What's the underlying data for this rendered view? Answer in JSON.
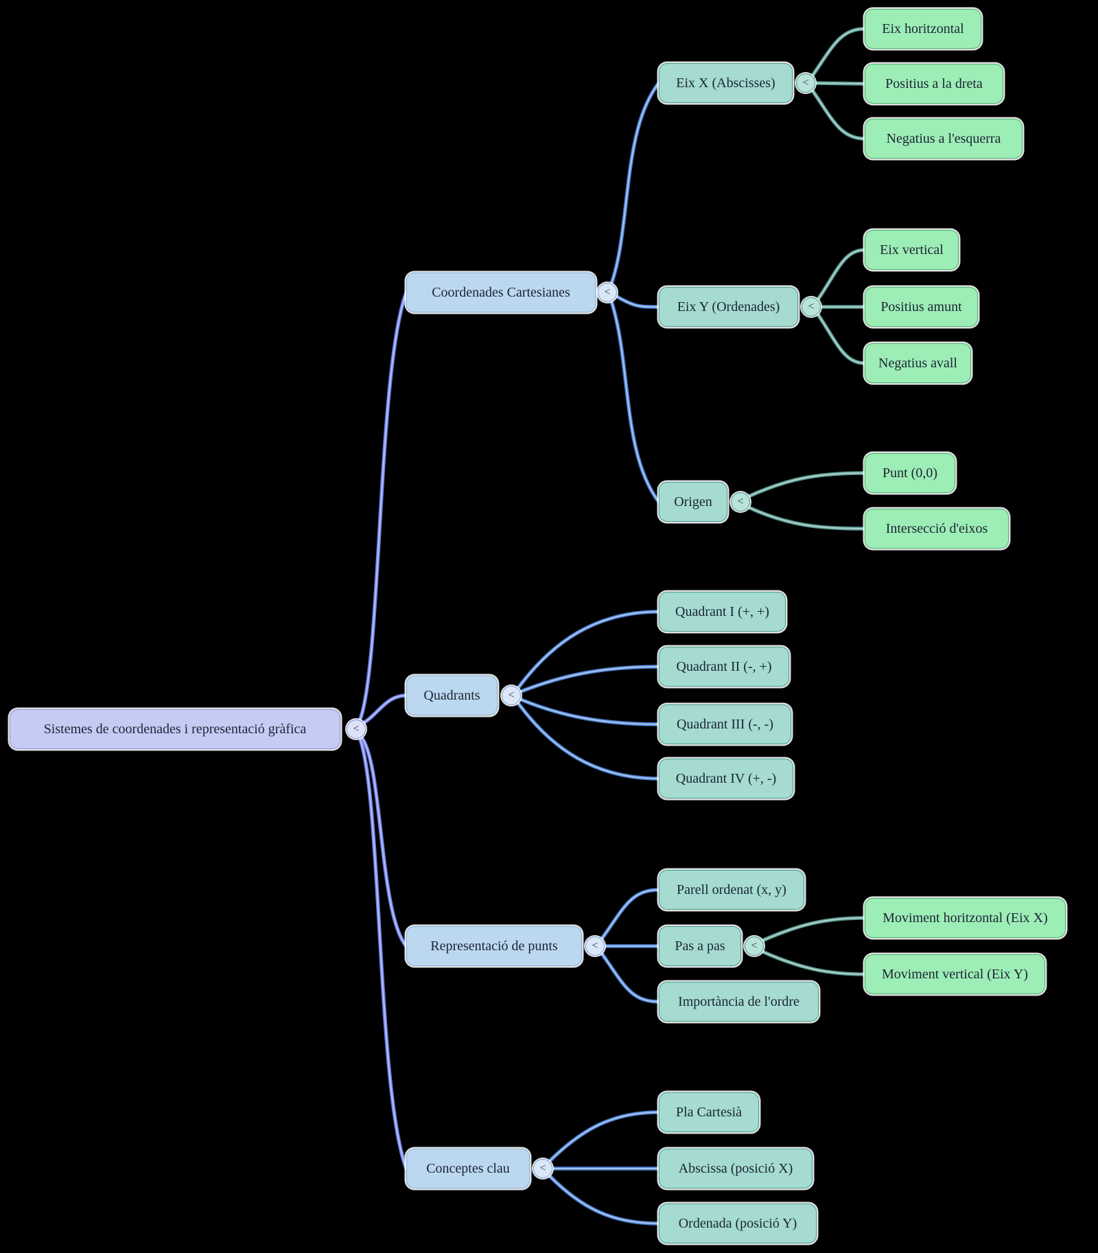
{
  "ui": {
    "collapse_glyph": "<"
  },
  "colors": {
    "background": "#000000",
    "node_root_fill": "#c6cbf4",
    "node_level1_fill": "#bcd8f0",
    "node_level2_fill": "#a5dbd1",
    "node_level3_fill": "#9dedb6",
    "node_root_border": "#8d96d8",
    "node_level1_border": "#85b3da",
    "node_level2_border": "#4a9f90",
    "node_level3_border": "#49b56e",
    "text": "#1b2434",
    "edge_root_outer": "#6f7fe3",
    "edge_root_inner": "#b3bdf7",
    "edge_blue_outer": "#4a7fd0",
    "edge_blue_inner": "#a6c3ec",
    "edge_teal_outer": "#55948c",
    "edge_teal_inner": "#abd0c8"
  },
  "nodes": {
    "root": {
      "label": "Sistemes de coordenades i representació gràfica"
    },
    "coordenades_cartesianes": {
      "label": "Coordenades Cartesianes"
    },
    "eix_x": {
      "label": "Eix X (Abscisses)"
    },
    "eix_horitzontal": {
      "label": "Eix horitzontal"
    },
    "positius_dreta": {
      "label": "Positius a la dreta"
    },
    "negatius_esquerra": {
      "label": "Negatius a l'esquerra"
    },
    "eix_y": {
      "label": "Eix Y (Ordenades)"
    },
    "eix_vertical": {
      "label": "Eix vertical"
    },
    "positius_amunt": {
      "label": "Positius amunt"
    },
    "negatius_avall": {
      "label": "Negatius avall"
    },
    "origen": {
      "label": "Origen"
    },
    "punt_0_0": {
      "label": "Punt (0,0)"
    },
    "interseccio_eixos": {
      "label": "Intersecció d'eixos"
    },
    "quadrants": {
      "label": "Quadrants"
    },
    "quadrant_i": {
      "label": "Quadrant I (+, +)"
    },
    "quadrant_ii": {
      "label": "Quadrant II (-, +)"
    },
    "quadrant_iii": {
      "label": "Quadrant III (-, -)"
    },
    "quadrant_iv": {
      "label": "Quadrant IV (+, -)"
    },
    "representacio_punts": {
      "label": "Representació de punts"
    },
    "parell_ordenat": {
      "label": "Parell ordenat (x, y)"
    },
    "pas_a_pas": {
      "label": "Pas a pas"
    },
    "moviment_horitzontal": {
      "label": "Moviment horitzontal (Eix X)"
    },
    "moviment_vertical": {
      "label": "Moviment vertical (Eix Y)"
    },
    "importancia_ordre": {
      "label": "Importància de l'ordre"
    },
    "conceptes_clau": {
      "label": "Conceptes clau"
    },
    "pla_cartesia": {
      "label": "Pla Cartesià"
    },
    "abscissa": {
      "label": "Abscissa (posició X)"
    },
    "ordenada": {
      "label": "Ordenada (posició Y)"
    }
  }
}
